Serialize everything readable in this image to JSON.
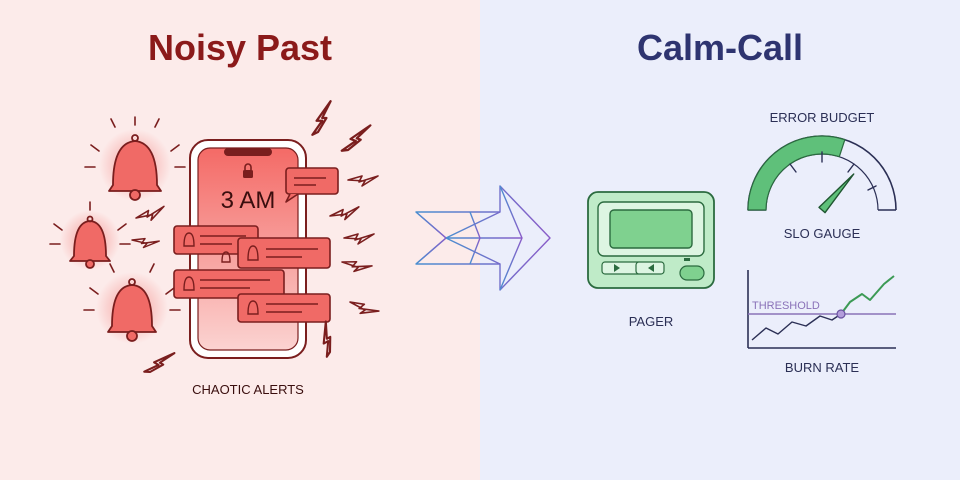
{
  "left_panel": {
    "title": "Noisy Past",
    "phone_time": "3 AM",
    "caption": "CHAOTIC ALERTS"
  },
  "right_panel": {
    "title": "Calm-Call",
    "pager_label": "PAGER",
    "gauge_title": "ERROR BUDGET",
    "gauge_label": "SLO GAUGE",
    "gauge_level": 0.6,
    "burn_threshold_label": "THRESHOLD",
    "burn_label": "BURN RATE"
  },
  "colors": {
    "left_bg": "#FCEBEA",
    "right_bg": "#EBEEFB",
    "red_title": "#8B1A1A",
    "blue_title": "#2E3470",
    "alert_red": "#F06A66",
    "outline_dark_red": "#7A1E1E",
    "calm_green": "#5FC07A",
    "threshold_purple": "#8A72B8"
  },
  "icons": [
    "bell-icon",
    "lock-icon",
    "lightning-icon",
    "arrow-icon",
    "pager-icon",
    "gauge-icon",
    "line-chart-icon"
  ]
}
